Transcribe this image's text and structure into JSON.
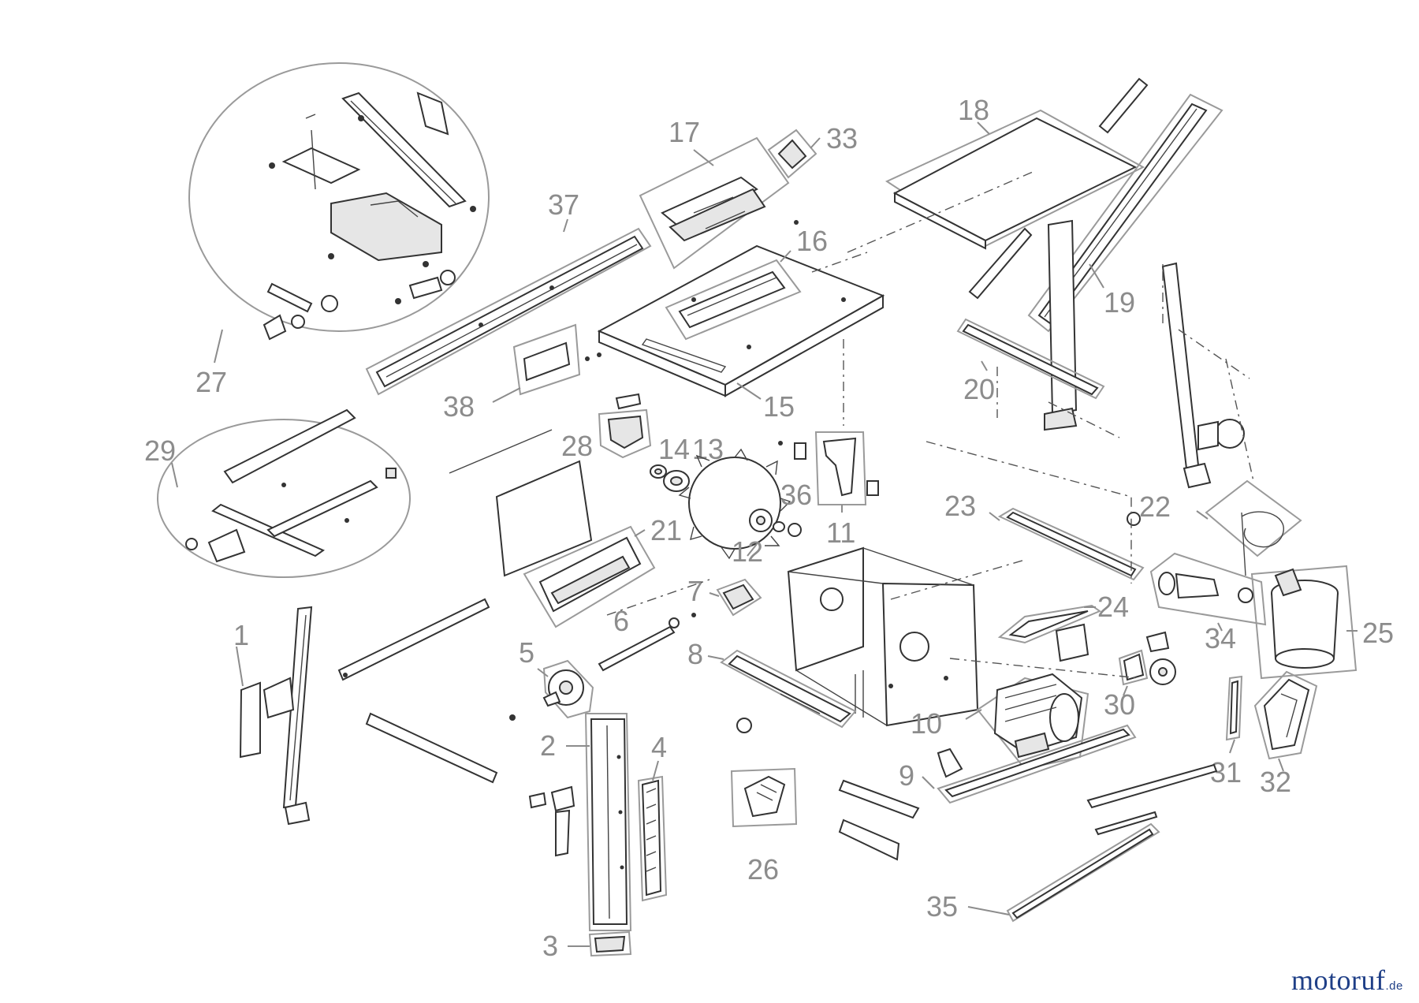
{
  "labels": {
    "p1": "1",
    "p2": "2",
    "p3": "3",
    "p4": "4",
    "p5": "5",
    "p6": "6",
    "p7": "7",
    "p8": "8",
    "p9": "9",
    "p10": "10",
    "p11": "11",
    "p12": "12",
    "p13": "13",
    "p14": "14",
    "p15": "15",
    "p16": "16",
    "p17": "17",
    "p18": "18",
    "p19": "19",
    "p20": "20",
    "p21": "21",
    "p22": "22",
    "p23": "23",
    "p24": "24",
    "p25": "25",
    "p26": "26",
    "p27": "27",
    "p28": "28",
    "p29": "29",
    "p30": "30",
    "p31": "31",
    "p32": "32",
    "p33": "33",
    "p34": "34",
    "p35": "35",
    "p36": "36",
    "p37": "37",
    "p38": "38"
  },
  "watermark": {
    "text": "motoruf",
    "suffix": ".de",
    "color": "#1f3f87"
  }
}
